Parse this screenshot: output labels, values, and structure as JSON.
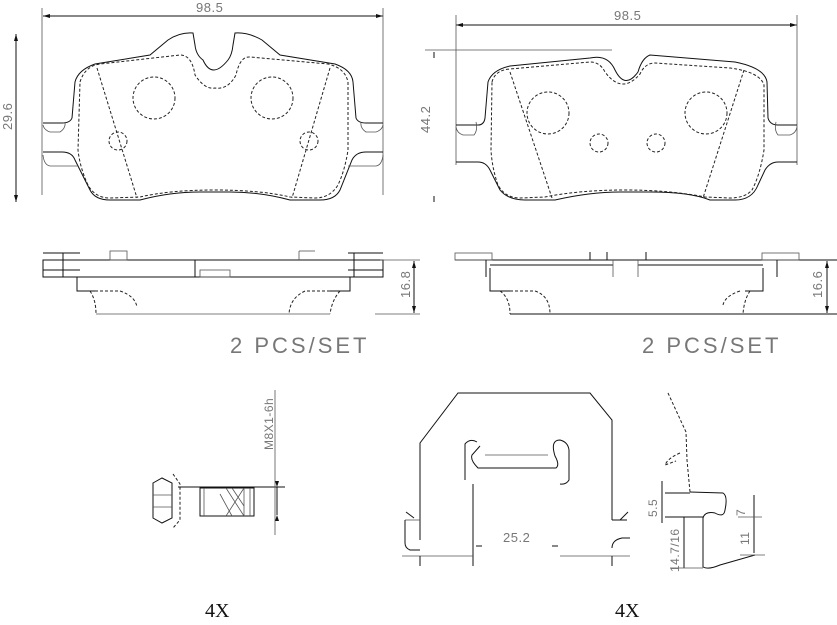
{
  "drawing": {
    "front_pad_1": {
      "width_dim": "98.5",
      "height_dim": "29.6"
    },
    "front_pad_2": {
      "width_dim": "98.5",
      "height_dim": "44.2"
    },
    "side_view_1": {
      "thickness_dim": "16.8",
      "quantity_label": "2  PCS/SET"
    },
    "side_view_2": {
      "thickness_dim": "16.6",
      "quantity_label": "2  PCS/SET"
    },
    "bolt": {
      "thread_spec": "M8X1-6h",
      "quantity_label": "4X"
    },
    "clip": {
      "width_dim": "25.2",
      "quantity_label": "4X"
    },
    "clip_side": {
      "dim_a": "5.5",
      "dim_b": "14.7/16",
      "dim_c": "7",
      "dim_d": "11"
    }
  }
}
